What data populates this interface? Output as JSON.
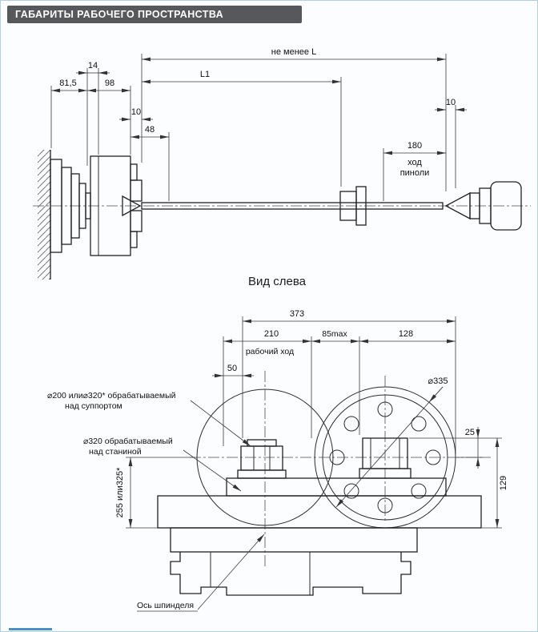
{
  "header": {
    "title": "ГАБАРИТЫ РАБОЧЕГО ПРОСТРАНСТВА"
  },
  "front_view": {
    "dim_min_l": "не менее L",
    "dim_l1": "L1",
    "dim_14": "14",
    "dim_81_5": "81,5",
    "dim_98": "98",
    "dim_10_left": "10",
    "dim_48": "48",
    "dim_10_right": "10",
    "dim_180": "180",
    "quill_word_1": "ход",
    "quill_word_2": "пиноли"
  },
  "side_view": {
    "caption": "Вид слева",
    "dim_373": "373",
    "dim_210": "210",
    "dim_85max": "85max",
    "dim_128": "128",
    "dim_50": "50",
    "work_travel": "рабочий ход",
    "dim_335": "⌀335",
    "over_support_1": "⌀200 или⌀320* обрабатываемый",
    "over_support_2": "над суппортом",
    "over_bed_1": "⌀320 обрабатываемый",
    "over_bed_2": "над станиной",
    "dim_25": "25",
    "dim_129": "129",
    "dim_255": "255 или325*",
    "spindle_axis": "Ось шпинделя"
  }
}
